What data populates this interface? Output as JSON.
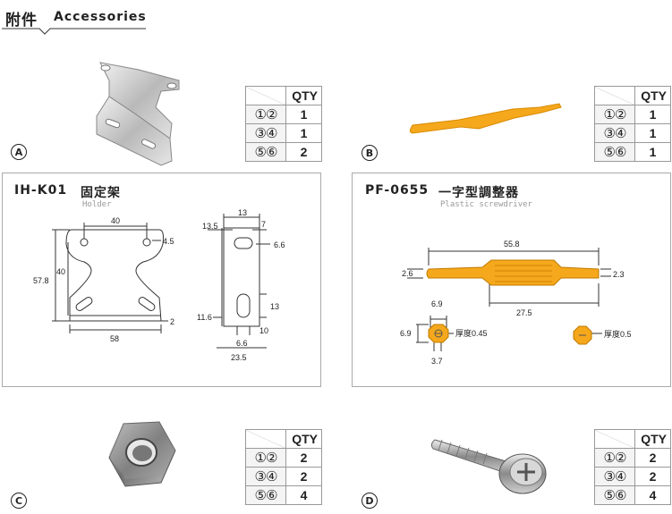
{
  "header": {
    "title_cn": "附件",
    "title_en": "Accessories"
  },
  "qty_header": "QTY",
  "row_labels": [
    "①②",
    "③④",
    "⑤⑥"
  ],
  "items": [
    {
      "letter": "A",
      "qty": [
        "1",
        "1",
        "2"
      ]
    },
    {
      "letter": "B",
      "qty": [
        "1",
        "1",
        "1"
      ]
    },
    {
      "letter": "C",
      "qty": [
        "2",
        "2",
        "4"
      ]
    },
    {
      "letter": "D",
      "qty": [
        "2",
        "2",
        "4"
      ]
    }
  ],
  "holder": {
    "model": "IH-K01",
    "name_cn": "固定架",
    "name_en": "Holder",
    "dims": {
      "w40": "40",
      "r45": "4.5",
      "h578": "57.8",
      "h40": "40",
      "t2": "2",
      "w58": "58",
      "s135": "13.5",
      "s13a": "13",
      "s7": "7",
      "s66a": "6.6",
      "s116": "11.6",
      "s13b": "13",
      "s10": "10",
      "s66b": "6.6",
      "s235": "23.5"
    }
  },
  "screwdriver": {
    "model": "PF-0655",
    "name_cn": "一字型調整器",
    "name_en": "Plastic screwdriver",
    "dims": {
      "l558": "55.8",
      "d26": "2.6",
      "d23": "2.3",
      "l275": "27.5",
      "h69a": "6.9",
      "w69": "6.9",
      "w37": "3.7",
      "thick045": "厚度0.45",
      "thick05": "厚度0.5"
    }
  },
  "colors": {
    "screwdriver": "#f5a81c",
    "border": "#aaaaaa"
  }
}
